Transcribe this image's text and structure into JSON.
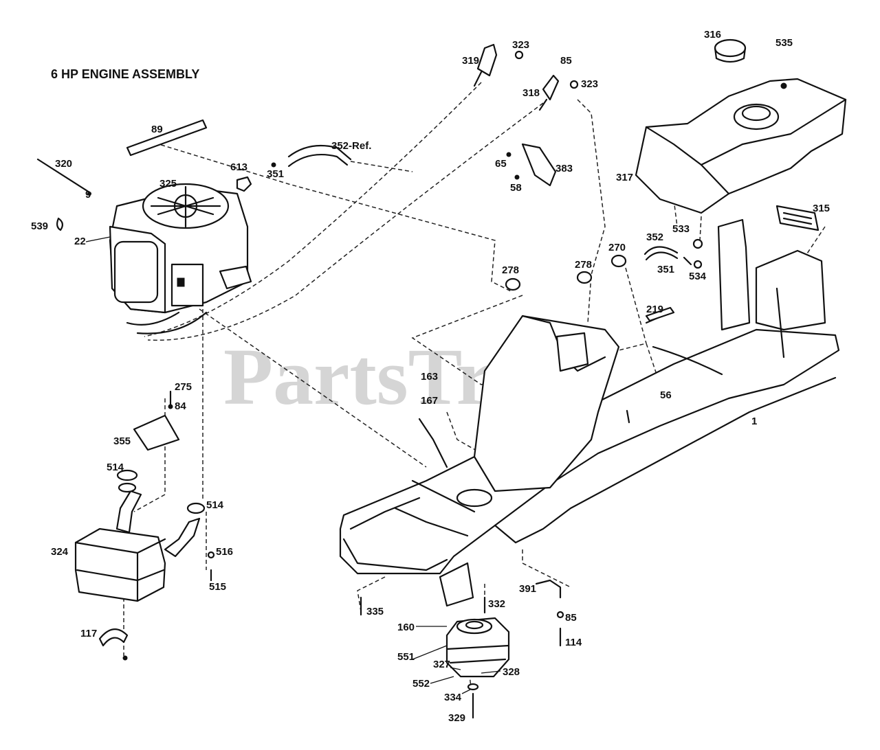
{
  "title": "6 HP ENGINE ASSEMBLY",
  "watermark": "PartsTree",
  "callouts": {
    "c89": "89",
    "c320": "320",
    "c9": "9",
    "c539": "539",
    "c22": "22",
    "c325": "325",
    "c613": "613",
    "c351a": "351",
    "c352ref": "352-Ref.",
    "c319": "319",
    "c323a": "323",
    "c85a": "85",
    "c318": "318",
    "c323b": "323",
    "c65": "65",
    "c58": "58",
    "c383": "383",
    "c316": "316",
    "c535": "535",
    "c317": "317",
    "c315": "315",
    "c533": "533",
    "c352": "352",
    "c270": "270",
    "c351b": "351",
    "c534": "534",
    "c278a": "278",
    "c278b": "278",
    "c219": "219",
    "c163": "163",
    "c167": "167",
    "c56": "56",
    "c1": "1",
    "c275": "275",
    "c84": "84",
    "c355": "355",
    "c514a": "514",
    "c514b": "514",
    "c324": "324",
    "c516": "516",
    "c515": "515",
    "c117": "117",
    "c335": "335",
    "c332": "332",
    "c160": "160",
    "c551": "551",
    "c327": "327",
    "c552": "552",
    "c328": "328",
    "c334": "334",
    "c329": "329",
    "c391": "391",
    "c85b": "85",
    "c114": "114"
  }
}
